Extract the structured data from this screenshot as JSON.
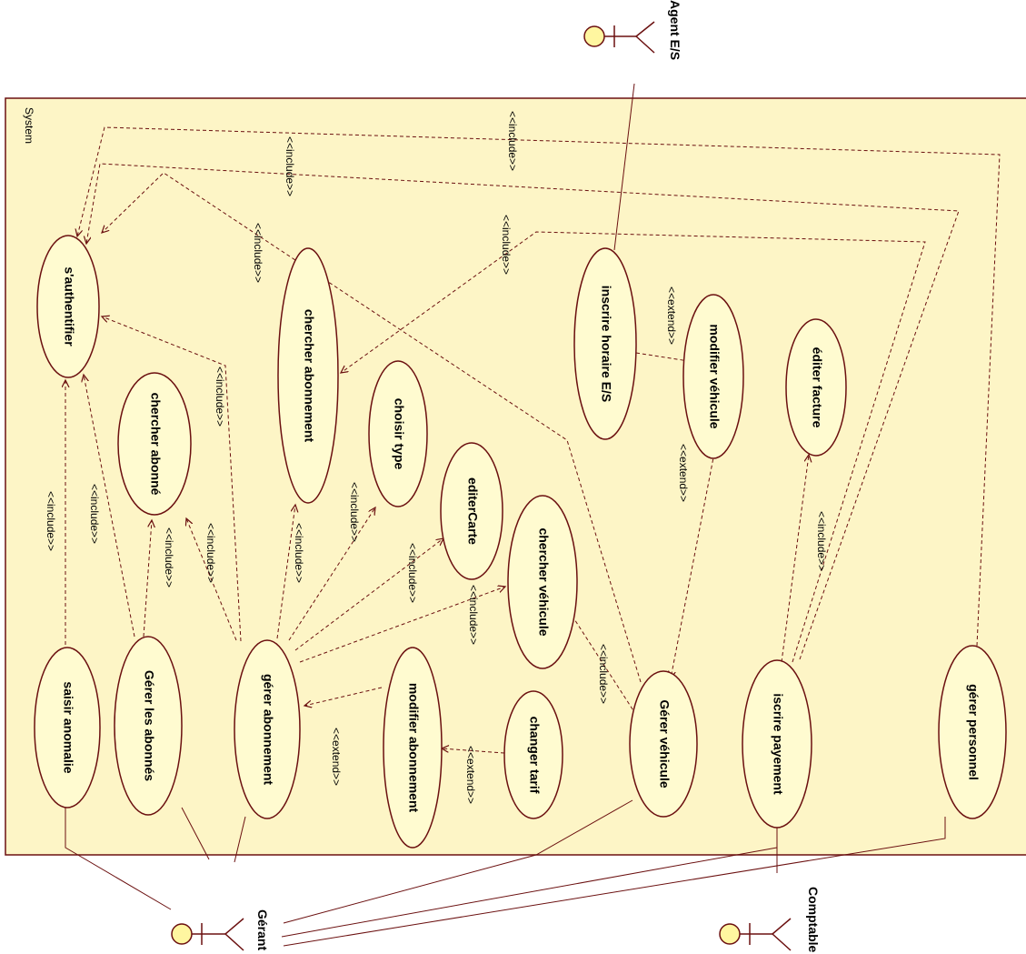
{
  "system": {
    "label": "System"
  },
  "actors": {
    "agent": "Agent E/S",
    "gerant": "Gérant",
    "comptable": "Comptable"
  },
  "use_cases": {
    "sauthentifier": "s'authentifier",
    "chercher_abonne": "chercher abonné",
    "chercher_abonnement": "chercher abonnement",
    "choisir_type": "choisir type",
    "editer_carte": "editerCarte",
    "chercher_vehicule": "chercher véhicule",
    "inscrire_horaire": "inscrire horaire E/S",
    "modifier_vehicule": "modifier véhicule",
    "editer_facture": "éditer facture",
    "saisir_anomalie": "saisir anomalie",
    "gerer_abonnes": "Gérer les abonnés",
    "gerer_abonnement": "gérer abonnement",
    "modifier_abonnement": "modifier abonnement",
    "changer_tarif": "changer tarif",
    "gerer_vehicule": "Gérer véhicule",
    "iscrire_payement": "iscrire payement",
    "gerer_personnel": "gérer personnel"
  },
  "stereotypes": {
    "include": "<<include>>",
    "extend": "<<extend>>"
  },
  "colors": {
    "system_fill": "#fdf5c6",
    "ellipse_fill": "#fffbd0",
    "line": "#6b1010",
    "actor_head": "#fff6a0"
  }
}
